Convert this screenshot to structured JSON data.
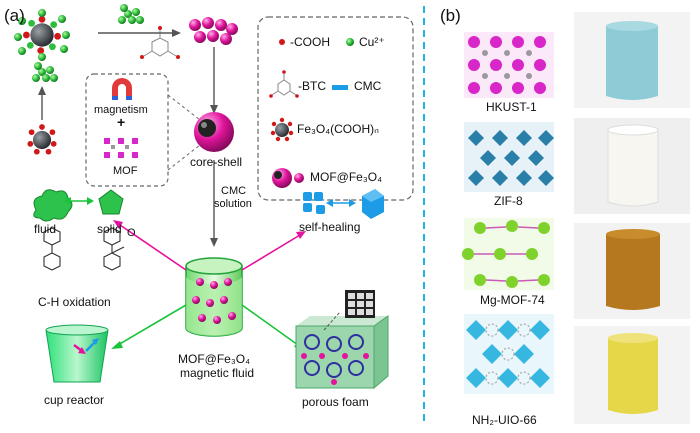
{
  "panel_a": {
    "label": "(a)",
    "inset_magnetism": "magnetism",
    "inset_plus": "+",
    "inset_mof": "MOF",
    "core_shell": "core-shell",
    "cmc_solution_1": "CMC",
    "cmc_solution_2": "solution",
    "legend": {
      "cooh": "-COOH",
      "cu": "Cu²⁺",
      "btc": "-BTC",
      "cmc": "CMC",
      "fe3o4": "Fe₃O₄(COOH)ₙ",
      "mof_fe3o4": "MOF@Fe₃O₄"
    },
    "fluid": "fluid",
    "solid": "solid",
    "self_healing": "self-healing",
    "ch_oxidation": "C-H  oxidation",
    "o_label": "O",
    "magnetic_fluid_1": "MOF@Fe₃O₄",
    "magnetic_fluid_2": "magnetic fluid",
    "cup_reactor": "cup reactor",
    "porous_foam": "porous  foam",
    "colors": {
      "magenta": "#e6119f",
      "green": "#19c33a",
      "blue": "#1c9be6",
      "gray": "#555555"
    }
  },
  "panel_b": {
    "label": "(b)",
    "mofs": [
      {
        "name": "HKUST-1",
        "structure_color": "#d826c8",
        "foam_color": "#8dcbd6"
      },
      {
        "name": "ZIF-8",
        "structure_color": "#2a7fa8",
        "foam_color": "#f2f0e8"
      },
      {
        "name": "Mg-MOF-74",
        "structure_color": "#7fd12b",
        "foam_color": "#b5781e"
      },
      {
        "name": "NH₂-UIO-66",
        "structure_color": "#35b7df",
        "foam_color": "#e6d748"
      }
    ]
  }
}
